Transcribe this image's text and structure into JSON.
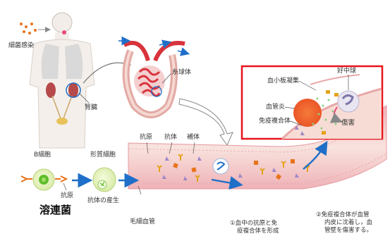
{
  "labels": {
    "bacteria_infection": "細菌感染",
    "kidney": "腎臓",
    "glomerulus": "糸球体",
    "neutrophil": "好中球",
    "platelet_aggregation": "血小板凝集",
    "vasculitis": "血管炎",
    "immune_complex": "免疫複合体",
    "injury": "傷害",
    "antigen_top": "抗原",
    "antibody_top": "抗体",
    "complement": "補体",
    "b_cell": "B細胞",
    "plasma_cell": "形質細胞",
    "antigen_bottom": "抗原",
    "antibody_production": "抗体の産生",
    "streptococcus": "溶連菌",
    "capillary": "毛細血管"
  },
  "captions": {
    "step1_line1": "①血中の抗原と免",
    "step1_line2": "疫複合体を形成",
    "step2_line1": "②免疫複合体が血管",
    "step2_line2": "内皮に沈着し，血",
    "step2_line3": "管壁を傷害する。"
  },
  "colors": {
    "highlight_box": "#e8141c",
    "vessel_outer": "#f3c1c4",
    "vessel_inner": "#f9e7e1",
    "blood_flow_arrow": "#1f6fc8",
    "lung": "#d9d9d9",
    "kidney": "#b64a4a",
    "glomerulus": "#d8333c"
  }
}
